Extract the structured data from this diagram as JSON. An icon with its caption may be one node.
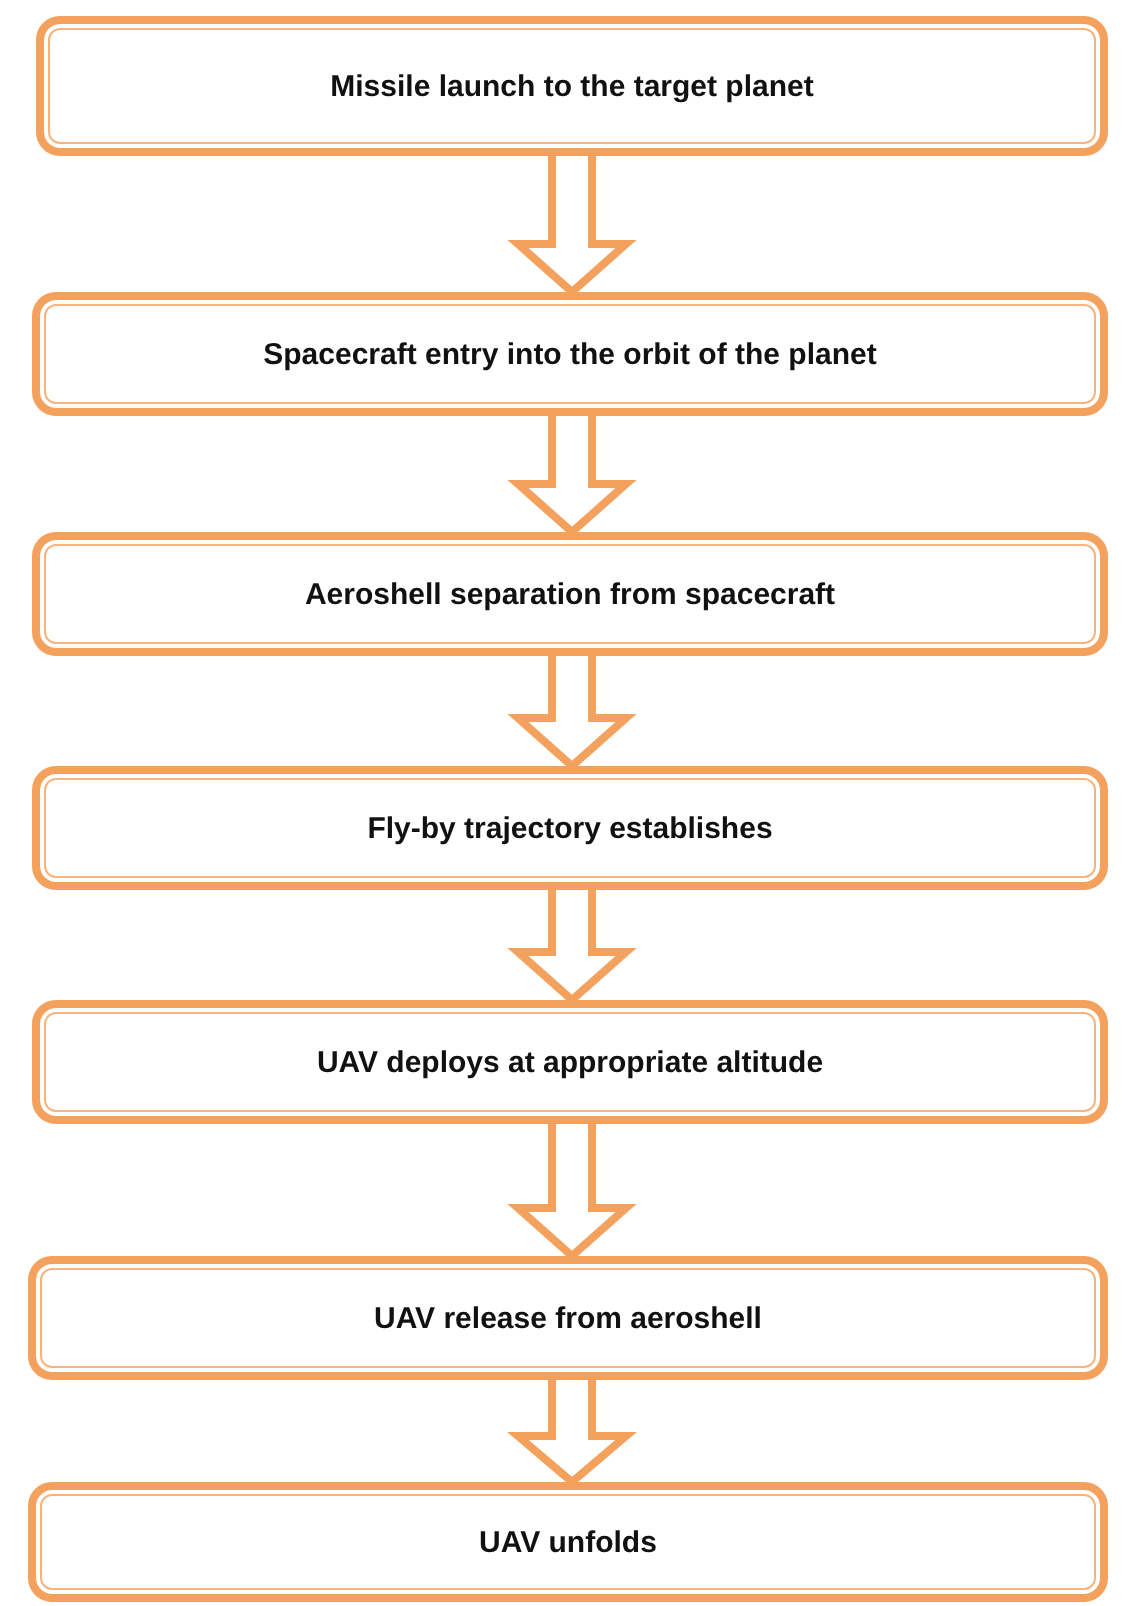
{
  "diagram": {
    "nodes": [
      {
        "text": [
          "Missile launch to the target planet"
        ]
      },
      {
        "text": [
          "Spacecraft entry into the orbit of the planet"
        ]
      },
      {
        "text": [
          "Aeroshell separation from spacecraft"
        ]
      },
      {
        "text": [
          "Fly-by trajectory establishes"
        ]
      },
      {
        "text": [
          "UAV deploys at appropriate altitude"
        ]
      },
      {
        "text": [
          "UAV release from aeroshell"
        ]
      },
      {
        "text": [
          "UAV unfolds"
        ]
      }
    ],
    "edges": [
      {
        "from": 0,
        "to": 1,
        "arrow": "to"
      },
      {
        "from": 1,
        "to": 2,
        "arrow": "to"
      },
      {
        "from": 2,
        "to": 3,
        "arrow": "to"
      },
      {
        "from": 3,
        "to": 4,
        "arrow": "to"
      },
      {
        "from": 4,
        "to": 5,
        "arrow": "to"
      },
      {
        "from": 5,
        "to": 6,
        "arrow": "to"
      }
    ]
  }
}
